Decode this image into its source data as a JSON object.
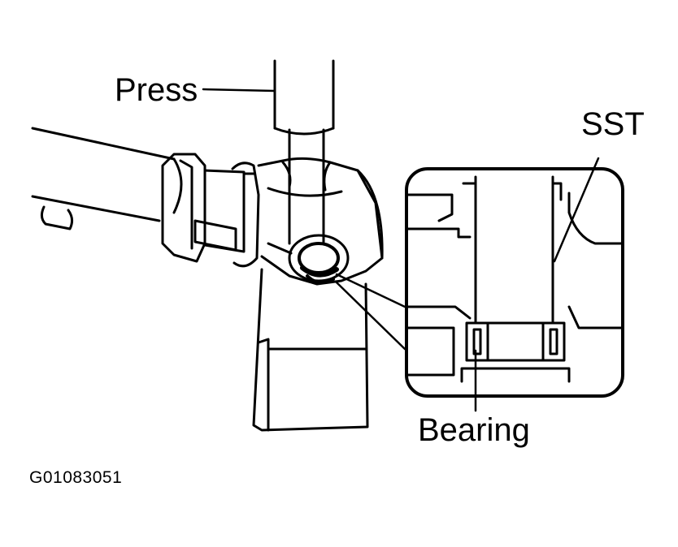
{
  "labels": {
    "press": "Press",
    "sst": "SST",
    "bearing": "Bearing",
    "figure_code": "G01083051"
  },
  "colors": {
    "ink": "#000000",
    "paper": "#ffffff"
  }
}
